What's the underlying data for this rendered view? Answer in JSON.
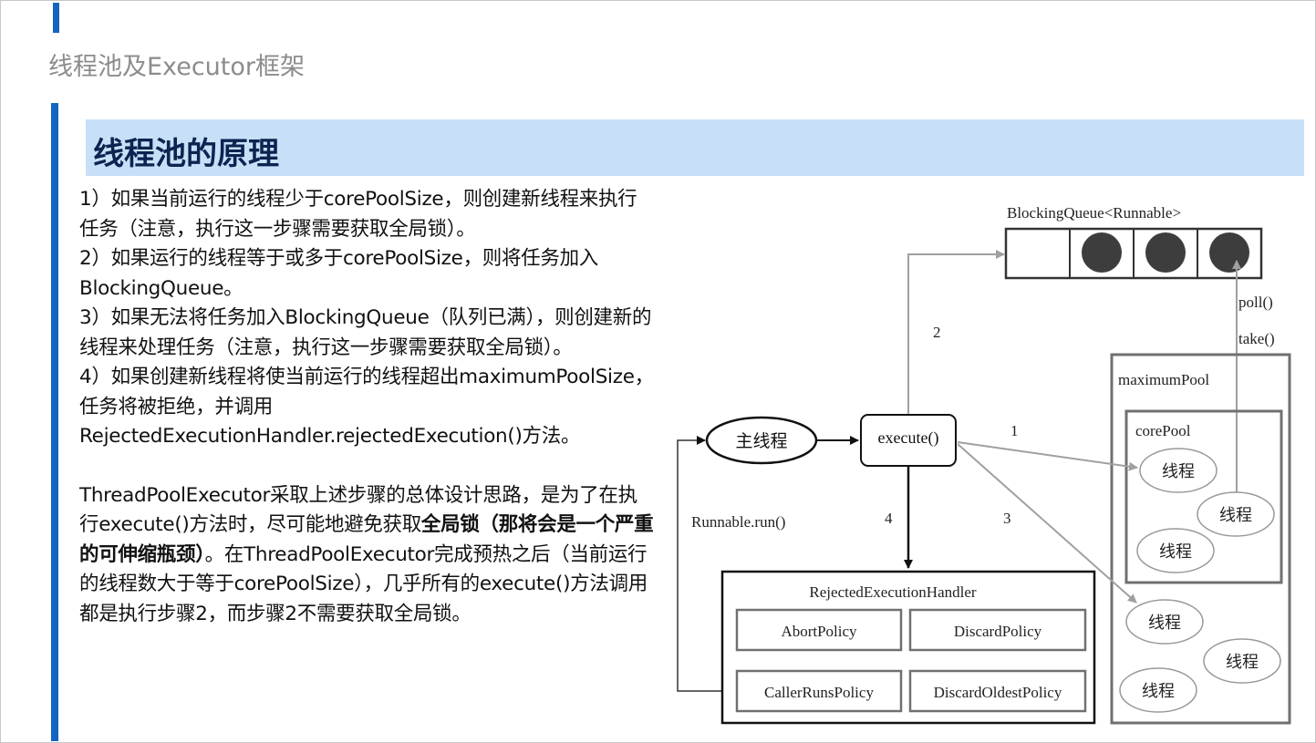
{
  "slide": {
    "title": "线程池及Executor框架",
    "section_title": "线程池的原理"
  },
  "body": {
    "step1": "1）如果当前运行的线程少于corePoolSize，则创建新线程来执行任务（注意，执行这一步骤需要获取全局锁）。",
    "step2": "2）如果运行的线程等于或多于corePoolSize，则将任务加入BlockingQueue。",
    "step3": "3）如果无法将任务加入BlockingQueue（队列已满），则创建新的线程来处理任务（注意，执行这一步骤需要获取全局锁）。",
    "step4": "4）如果创建新线程将使当前运行的线程超出maximumPoolSize，任务将被拒绝，并调用RejectedExecutionHandler.rejectedExecution()方法。",
    "summary_part1": "ThreadPoolExecutor采取上述步骤的总体设计思路，是为了在执行execute()方法时，尽可能地避免获取",
    "summary_bold": "全局锁（那将会是一个严重的可伸缩瓶颈）",
    "summary_part2": "。在ThreadPoolExecutor完成预热之后（当前运行的线程数大于等于corePoolSize），几乎所有的execute()方法调用都是执行步骤2，而步骤2不需要获取全局锁。"
  },
  "diagram": {
    "queue_label": "BlockingQueue<Runnable>",
    "queue_filled_slots": 3,
    "poll_label": "poll()",
    "take_label": "take()",
    "main_thread": "主线程",
    "execute": "execute()",
    "runnable_run": "Runnable.run()",
    "step_labels": {
      "s1": "1",
      "s2": "2",
      "s3": "3",
      "s4": "4"
    },
    "maximum_pool": "maximumPool",
    "core_pool": "corePool",
    "thread": "线程",
    "handler": {
      "title": "RejectedExecutionHandler",
      "abort": "AbortPolicy",
      "discard": "DiscardPolicy",
      "caller_runs": "CallerRunsPolicy",
      "discard_oldest": "DiscardOldestPolicy"
    },
    "colors": {
      "gray_arrow": "#a0a0a0",
      "box_border": "#707070",
      "queue_ball": "#3d3d3d"
    }
  }
}
